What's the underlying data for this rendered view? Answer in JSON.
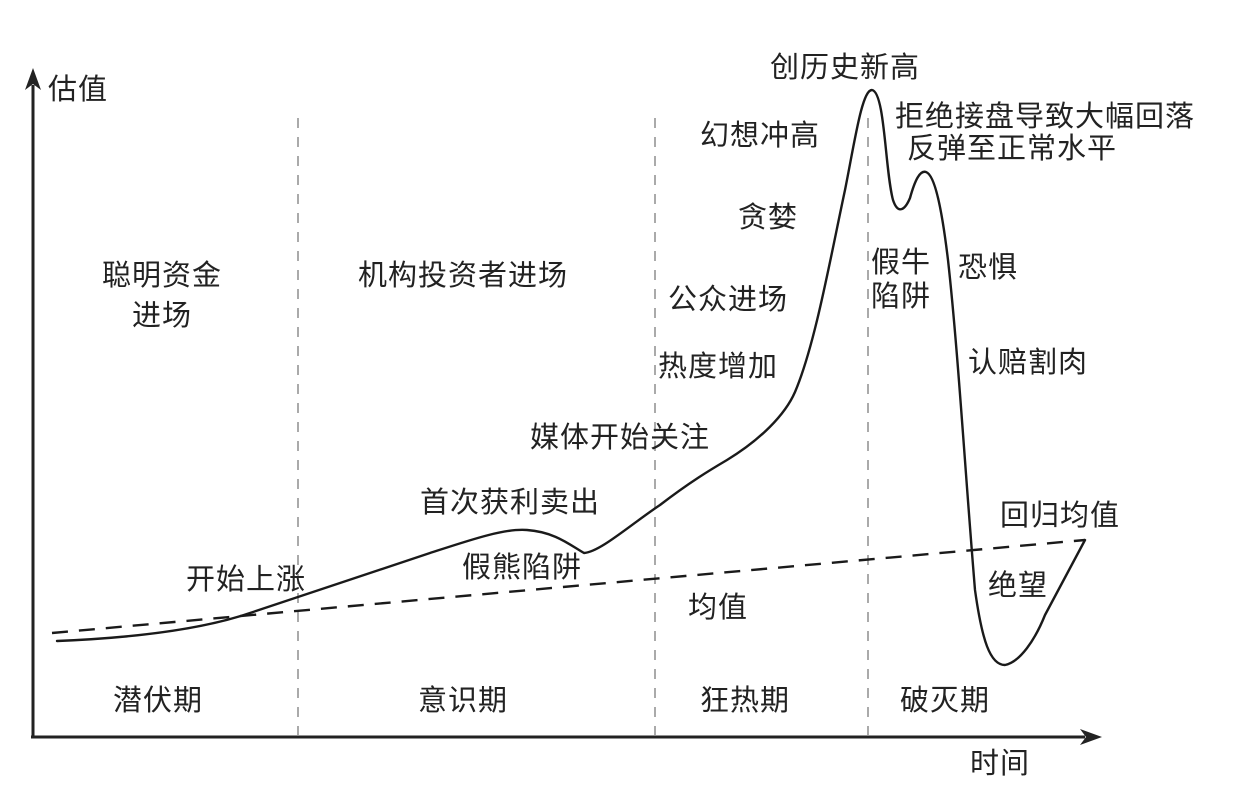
{
  "axes": {
    "y_label": "估值",
    "x_label": "时间"
  },
  "phases": [
    {
      "name": "潜伏期",
      "participants": "聪明资金进场",
      "participants_lines": [
        "聪明资金",
        "进场"
      ]
    },
    {
      "name": "意识期",
      "participants": "机构投资者进场"
    },
    {
      "name": "狂热期",
      "participants": ""
    },
    {
      "name": "破灭期",
      "participants": ""
    }
  ],
  "annotations": {
    "start_rising": "开始上涨",
    "first_sell_off": "首次获利卖出",
    "bear_trap": "假熊陷阱",
    "media_attention": "媒体开始关注",
    "enthusiasm": "热度增加",
    "public_enters": "公众进场",
    "greed": "贪婪",
    "delusion": "幻想冲高",
    "new_high": "创历史新高",
    "denial": "拒绝接盘导致大幅回落",
    "return_to_normal": "反弹至正常水平",
    "bull_trap_line1": "假牛",
    "bull_trap_line2": "陷阱",
    "fear": "恐惧",
    "capitulation": "认赔割肉",
    "despair": "绝望",
    "return_to_mean": "回归均值",
    "mean": "均值"
  },
  "colors": {
    "curve": "#1a1a1a",
    "axis": "#222222",
    "divider": "#aaaaaa",
    "mean_line": "#1a1a1a"
  },
  "chart_data": {
    "type": "line",
    "title": "",
    "xlabel": "时间",
    "ylabel": "估值",
    "grid": false,
    "phases": [
      "潜伏期",
      "意识期",
      "狂热期",
      "破灭期"
    ],
    "series": [
      {
        "name": "估值曲线",
        "style": "solid",
        "points": [
          {
            "t": 0,
            "v": 8
          },
          {
            "t": 18,
            "v": 12
          },
          {
            "t": 25,
            "v": 18
          },
          {
            "t": 38,
            "v": 28
          },
          {
            "t": 46,
            "v": 32
          },
          {
            "t": 51,
            "v": 29
          },
          {
            "t": 56,
            "v": 34
          },
          {
            "t": 64,
            "v": 42
          },
          {
            "t": 70,
            "v": 52
          },
          {
            "t": 74,
            "v": 62
          },
          {
            "t": 77,
            "v": 80
          },
          {
            "t": 80,
            "v": 100
          },
          {
            "t": 83,
            "v": 77
          },
          {
            "t": 85,
            "v": 85
          },
          {
            "t": 87,
            "v": 70
          },
          {
            "t": 89,
            "v": 25
          },
          {
            "t": 91,
            "v": 12
          },
          {
            "t": 92,
            "v": 11
          },
          {
            "t": 95,
            "v": 18
          },
          {
            "t": 100,
            "v": 31
          }
        ]
      },
      {
        "name": "均值",
        "style": "dashed",
        "points": [
          {
            "t": 0,
            "v": 16
          },
          {
            "t": 100,
            "v": 31
          }
        ]
      }
    ],
    "annotations": [
      "聪明资金进场",
      "开始上涨",
      "机构投资者进场",
      "首次获利卖出",
      "假熊陷阱",
      "媒体开始关注",
      "热度增加",
      "公众进场",
      "贪婪",
      "幻想冲高",
      "创历史新高",
      "拒绝接盘导致大幅回落",
      "反弹至正常水平",
      "假牛陷阱",
      "恐惧",
      "认赔割肉",
      "绝望",
      "回归均值",
      "均值"
    ]
  }
}
